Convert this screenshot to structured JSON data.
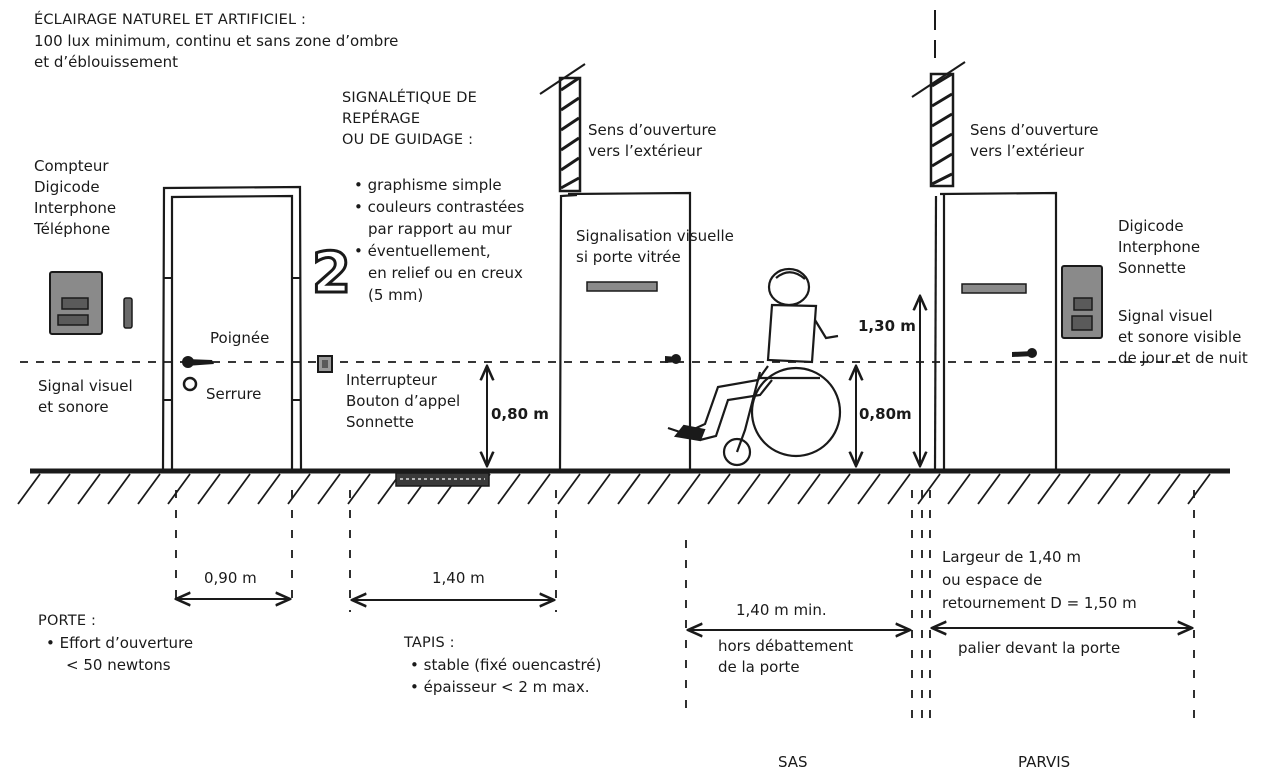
{
  "lighting": {
    "title": "ÉCLAIRAGE NATUREL ET ARTIFICIEL :",
    "lines": [
      "100 lux minimum, continu et sans zone d’ombre",
      "et d’éblouissement"
    ]
  },
  "left_devices": [
    "Compteur",
    "Digicode",
    "Interphone",
    "Téléphone"
  ],
  "left_signal": [
    "Signal visuel",
    "et sonore"
  ],
  "handle_label": "Poignée",
  "lock_label": "Serrure",
  "floor_number": "2",
  "signage": {
    "title_lines": [
      "SIGNALÉTIQUE DE",
      "REPÉRAGE",
      "OU DE GUIDAGE :"
    ],
    "bullets": [
      [
        "graphisme simple"
      ],
      [
        "couleurs contrastées",
        "par rapport au mur"
      ],
      [
        "éventuellement,",
        "en relief ou en creux",
        "(5 mm)"
      ]
    ]
  },
  "switches": [
    "Interrupteur",
    "Bouton d’appel",
    "Sonnette"
  ],
  "opening_left": [
    "Sens d’ouverture",
    "vers l’extérieur"
  ],
  "opening_right": [
    "Sens d’ouverture",
    "vers l’extérieur"
  ],
  "glass_signal": [
    "Signalisation visuelle",
    "si porte vitrée"
  ],
  "right_devices": [
    "Digicode",
    "Interphone",
    "Sonnette"
  ],
  "right_signal": [
    "Signal visuel",
    "et sonore visible",
    "de jour et de nuit"
  ],
  "heights": {
    "switch": "0,80 m",
    "sas": "0,80m",
    "parvis": "1,30 m"
  },
  "widths": {
    "door": "0,90 m",
    "mat": "1,40 m",
    "sas": "1,40 m min.",
    "sas_note": [
      "hors débattement",
      "de la porte"
    ],
    "parvis": [
      "Largeur de 1,40 m",
      "ou espace de",
      "retournement D = 1,50 m"
    ],
    "parvis_note": "palier devant la porte"
  },
  "door_notes": {
    "title": "PORTE :",
    "bullets": [
      [
        "Effort d’ouverture",
        "< 50 newtons"
      ]
    ]
  },
  "mat_notes": {
    "title": "TAPIS :",
    "bullets": [
      [
        "stable (fixé ouencastré)"
      ],
      [
        "épaisseur < 2 m max."
      ]
    ]
  },
  "zones": {
    "sas": "SAS",
    "parvis": "PARVIS"
  },
  "colors": {
    "ink": "#1a1a1a",
    "panel": "#8a8a8a",
    "panel_dark": "#5a5a5a"
  }
}
